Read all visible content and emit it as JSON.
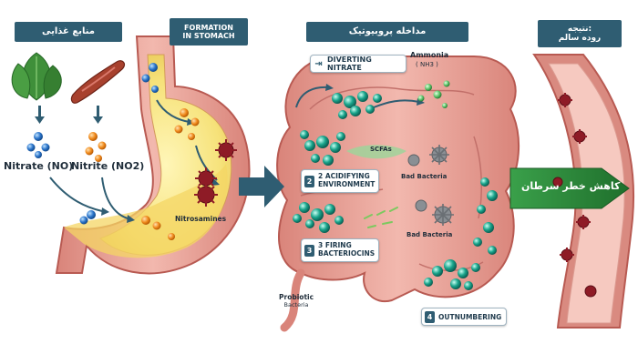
{
  "headers": {
    "food_sources": "منابع غذایی",
    "formation": [
      "FORMATION",
      "IN STOMACH"
    ],
    "probiotic_intake": "مداخله پروبیوتیک",
    "result": [
      "نتیجه:",
      "روده سالم"
    ]
  },
  "labels": {
    "nitrate": "Nitrate (NO)",
    "nitrite": "Nitrite (NO2)",
    "nitrosamines": "Nitrosamines",
    "ammonia": "Ammonia",
    "nh3": "( NH3 )",
    "scfas": "SCFAs",
    "bad_bacteria_1": "Bad Bacteria",
    "bad_bacteria_2": "Bad Bacteria",
    "probiotic_bacteria": [
      "Probiotic",
      "Bacteria"
    ]
  },
  "steps": [
    {
      "number": "",
      "text": "DIVERTING NITRATE"
    },
    {
      "number": "2",
      "text": [
        "2 ACIDIFYING",
        "ENVIRONMENT"
      ]
    },
    {
      "number": "3",
      "text": [
        "3 FIRING",
        "BACTERIOCINS"
      ]
    },
    {
      "number": "4",
      "text": "OUTNUMBERING"
    }
  ],
  "result_banner": "کاهش خطر سرطان",
  "colors": {
    "header_bg": "#2f5d72",
    "banner_green": "#2e8b3e",
    "tissue_pink": "#e8a39a",
    "nitrate_blue": "#2a73c9",
    "nitrite_orange": "#f08a1c",
    "probiotic_teal": "#1aa58c",
    "pathogen_red": "#8e1b26"
  }
}
